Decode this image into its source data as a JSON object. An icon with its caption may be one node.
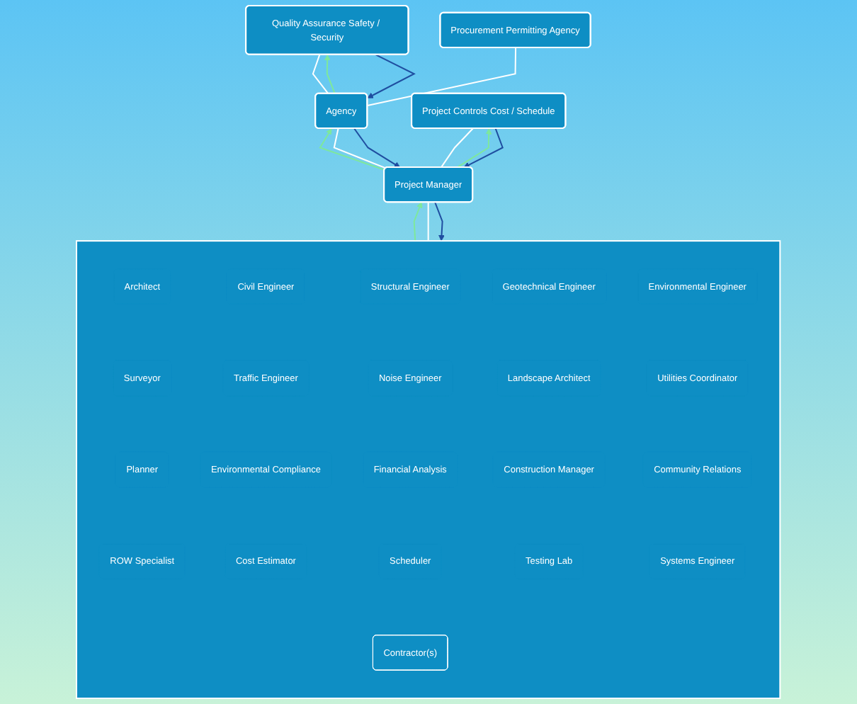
{
  "diagram": {
    "nodes": [
      {
        "text": [
          "Agency"
        ]
      },
      {
        "text": [
          "Quality Assurance Safety / Security"
        ]
      },
      {
        "text": [
          "Procurement Permitting Agency"
        ]
      },
      {
        "text": [
          "Project Manager"
        ]
      },
      {
        "text": [
          "Project Controls Cost / Schedule"
        ]
      },
      {
        "text": [],
        "shape": "box"
      },
      {
        "text": [
          "Architect"
        ],
        "in": 5
      },
      {
        "text": [
          "Civil Engineer"
        ],
        "in": 5
      },
      {
        "text": [
          "Structural Engineer"
        ],
        "in": 5
      },
      {
        "text": [
          "Geotechnical Engineer"
        ],
        "in": 5
      },
      {
        "text": [
          "Environmental Engineer"
        ],
        "in": 5
      },
      {
        "text": [
          "Surveyor"
        ],
        "in": 5
      },
      {
        "text": [
          "Traffic Engineer"
        ],
        "in": 5
      },
      {
        "text": [
          "Noise Engineer"
        ],
        "in": 5
      },
      {
        "text": [
          "Landscape Architect"
        ],
        "in": 5
      },
      {
        "text": [
          "Utilities Coordinator"
        ],
        "in": 5
      },
      {
        "text": [
          "Planner"
        ],
        "in": 5
      },
      {
        "text": [
          "Environmental Compliance"
        ],
        "in": 5
      },
      {
        "text": [
          "Financial Analysis"
        ],
        "in": 5
      },
      {
        "text": [
          "Construction Manager"
        ],
        "in": 5
      },
      {
        "text": [
          "Community Relations"
        ],
        "in": 5
      },
      {
        "text": [
          "ROW Specialist"
        ],
        "in": 5
      },
      {
        "text": [
          "Cost Estimator"
        ],
        "in": 5
      },
      {
        "text": [
          "Scheduler"
        ],
        "in": 5
      },
      {
        "text": [
          "Testing Lab"
        ],
        "in": 5
      },
      {
        "text": [
          "Systems Engineer"
        ],
        "in": 5
      },
      {
        "text": [
          "Contractor(s)"
        ],
        "in": 5
      }
    ],
    "edges": [
      {
        "from": 0,
        "to": 3,
        "arrow": "none"
      },
      {
        "from": 3,
        "to": 5,
        "arrow": "none"
      },
      {
        "from": 0,
        "to": 1,
        "arrow": "none"
      },
      {
        "from": 0,
        "to": 2,
        "arrow": "none"
      },
      {
        "from": 3,
        "to": 4,
        "arrow": "none"
      },
      {
        "from": 0,
        "to": 3,
        "arrow": "to",
        "color": "#1f4ea0"
      },
      {
        "from": 3,
        "to": 0,
        "arrow": "to",
        "color": "#7ee89c"
      },
      {
        "from": 1,
        "to": 0,
        "arrow": "to",
        "color": "#1f4ea0"
      },
      {
        "from": 0,
        "to": 1,
        "arrow": "to",
        "color": "#7ee89c"
      },
      {
        "from": 3,
        "to": 5,
        "arrow": "to",
        "color": "#1f4ea0"
      },
      {
        "from": 5,
        "to": 3,
        "arrow": "to",
        "color": "#7ee89c"
      },
      {
        "from": 4,
        "to": 3,
        "arrow": "to",
        "color": "#1f4ea0"
      },
      {
        "from": 3,
        "to": 4,
        "arrow": "to",
        "color": "#7ee89c"
      }
    ]
  }
}
